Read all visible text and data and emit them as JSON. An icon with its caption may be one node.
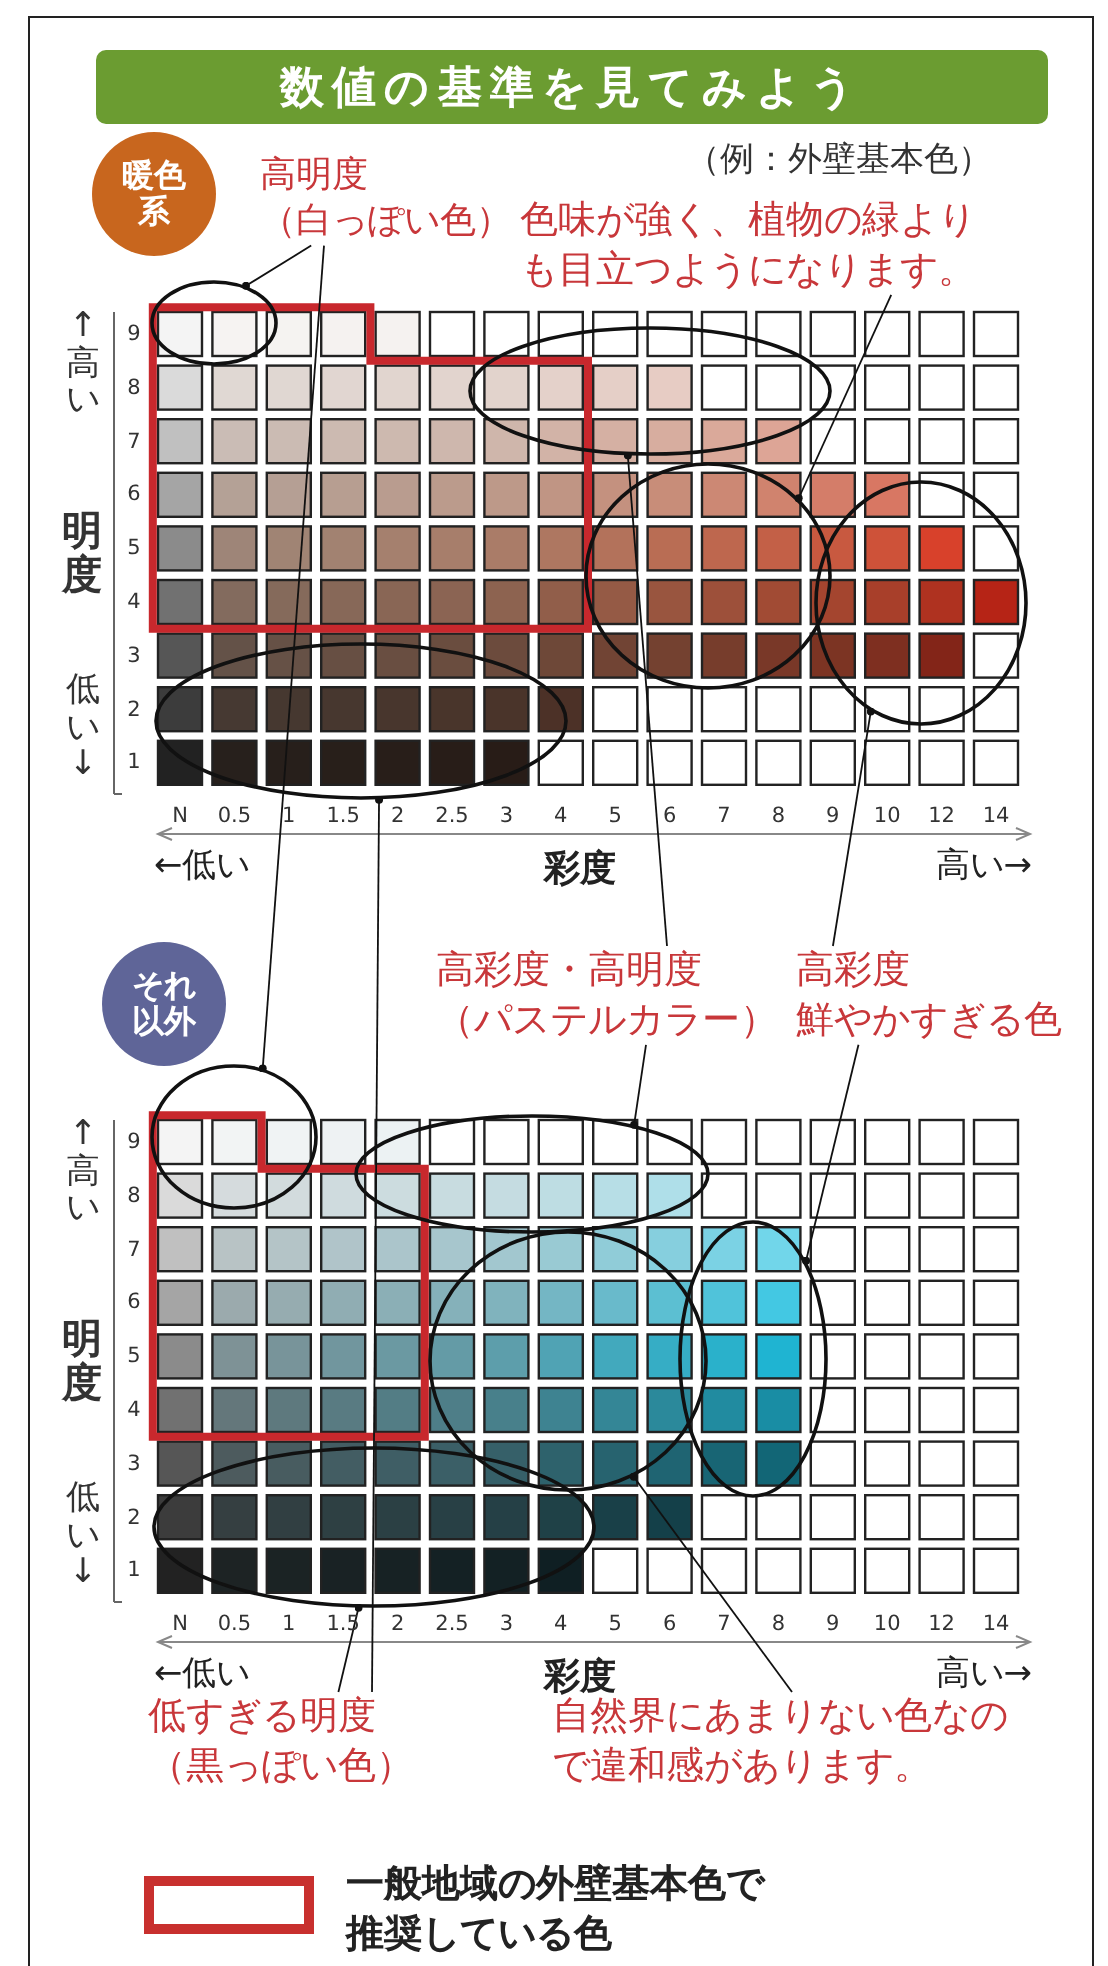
{
  "diagram": {
    "title": "数値の基準を見てみよう",
    "nodes": [
      {
        "text": [
          "暖色系"
        ]
      },
      {
        "text": [
          "高明度",
          "（白っぽい色）"
        ]
      },
      {
        "text": [
          "色味が強く、植物の緑よりも目立つようになります。"
        ]
      },
      {
        "text": [],
        "shape": "ellipse"
      },
      {
        "text": [],
        "shape": "ellipse"
      },
      {
        "text": [],
        "shape": "ellipse"
      },
      {
        "text": [],
        "shape": "ellipse"
      },
      {
        "text": [],
        "shape": "ellipse"
      },
      {
        "text": [
          "それ以外"
        ]
      },
      {
        "text": [
          "高彩度・高明度",
          "（パステルカラー）"
        ]
      },
      {
        "text": [
          "高彩度",
          "鮮やかすぎる色"
        ]
      },
      {
        "text": [],
        "shape": "ellipse"
      },
      {
        "text": [],
        "shape": "ellipse"
      },
      {
        "text": [],
        "shape": "ellipse"
      },
      {
        "text": [],
        "shape": "ellipse"
      },
      {
        "text": [],
        "shape": "ellipse"
      },
      {
        "text": [
          "低すぎる明度",
          "（黒っぽい色）"
        ]
      },
      {
        "text": [
          "自然界にあまりない色なので違和感があります。"
        ]
      }
    ],
    "edges": [
      {
        "from": 1,
        "to": 3,
        "arrow": "other"
      },
      {
        "from": 1,
        "to": 11,
        "arrow": "other"
      },
      {
        "from": 2,
        "to": 5,
        "arrow": "other"
      },
      {
        "from": 9,
        "to": 4,
        "arrow": "other"
      },
      {
        "from": 10,
        "to": 6,
        "arrow": "other"
      },
      {
        "from": 9,
        "to": 12,
        "arrow": "other"
      },
      {
        "from": 10,
        "to": 14,
        "arrow": "other"
      },
      {
        "from": 16,
        "to": 7,
        "arrow": "other"
      },
      {
        "from": 16,
        "to": 15,
        "arrow": "other"
      },
      {
        "from": 17,
        "to": 13,
        "arrow": "other"
      }
    ],
    "labels": [
      "（例：外壁基本色）",
      "↑高い",
      "明度",
      "低い↓",
      "9",
      "8",
      "7",
      "6",
      "5",
      "4",
      "3",
      "2",
      "1",
      "N",
      "0.5",
      "1",
      "1.5",
      "2",
      "2.5",
      "3",
      "4",
      "5",
      "6",
      "7",
      "8",
      "9",
      "10",
      "12",
      "14",
      "←低い",
      "彩度",
      "高い→",
      "↑高い",
      "明度",
      "低い↓",
      "9",
      "8",
      "7",
      "6",
      "5",
      "4",
      "3",
      "2",
      "1",
      "N",
      "0.5",
      "1",
      "1.5",
      "2",
      "2.5",
      "3",
      "4",
      "5",
      "6",
      "7",
      "8",
      "9",
      "10",
      "12",
      "14",
      "←低い",
      "彩度",
      "高い→"
    ],
    "legend": [
      {
        "text": "一般地域の外壁基本色で推奨している色"
      }
    ]
  }
}
